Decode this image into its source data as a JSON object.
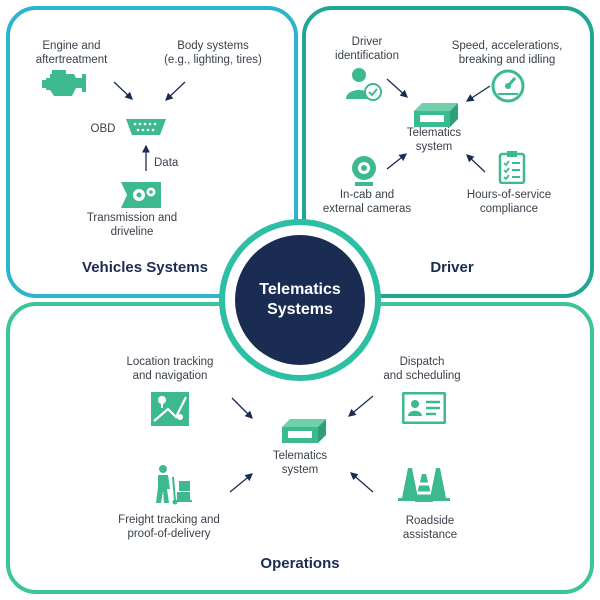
{
  "hub": {
    "label": "Telematics\nSystems"
  },
  "vehicle": {
    "title": "Vehicles Systems",
    "engine": "Engine and\naftertreatment",
    "body": "Body systems\n(e.g., lighting, tires)",
    "obd": "OBD",
    "data": "Data",
    "transmission": "Transmission and\ndriveline"
  },
  "driver": {
    "title": "Driver",
    "identification": "Driver\nidentification",
    "speed": "Speed, accelerations,\nbreaking and idling",
    "telematics": "Telematics\nsystem",
    "cameras": "In-cab and\nexternal cameras",
    "hours": "Hours-of-service\ncompliance"
  },
  "operations": {
    "title": "Operations",
    "location": "Location tracking\nand navigation",
    "dispatch": "Dispatch\nand scheduling",
    "telematics": "Telematics\nsystem",
    "freight": "Freight tracking and\nproof-of-delivery",
    "roadside": "Roadside\nassistance"
  },
  "colors": {
    "vehicle_border": "#2fb4cf",
    "driver_border": "#22a694",
    "ops_border": "#3cc49a",
    "hub": "#1b2c52",
    "icon": "#3cb98f"
  },
  "icons": [
    "engine-icon",
    "obd-connector-icon",
    "gear-box-icon",
    "driver-id-icon",
    "speedometer-icon",
    "telematics-device-icon",
    "camera-icon",
    "clipboard-icon",
    "map-icon",
    "id-card-icon",
    "hand-truck-icon",
    "traffic-cones-icon"
  ]
}
